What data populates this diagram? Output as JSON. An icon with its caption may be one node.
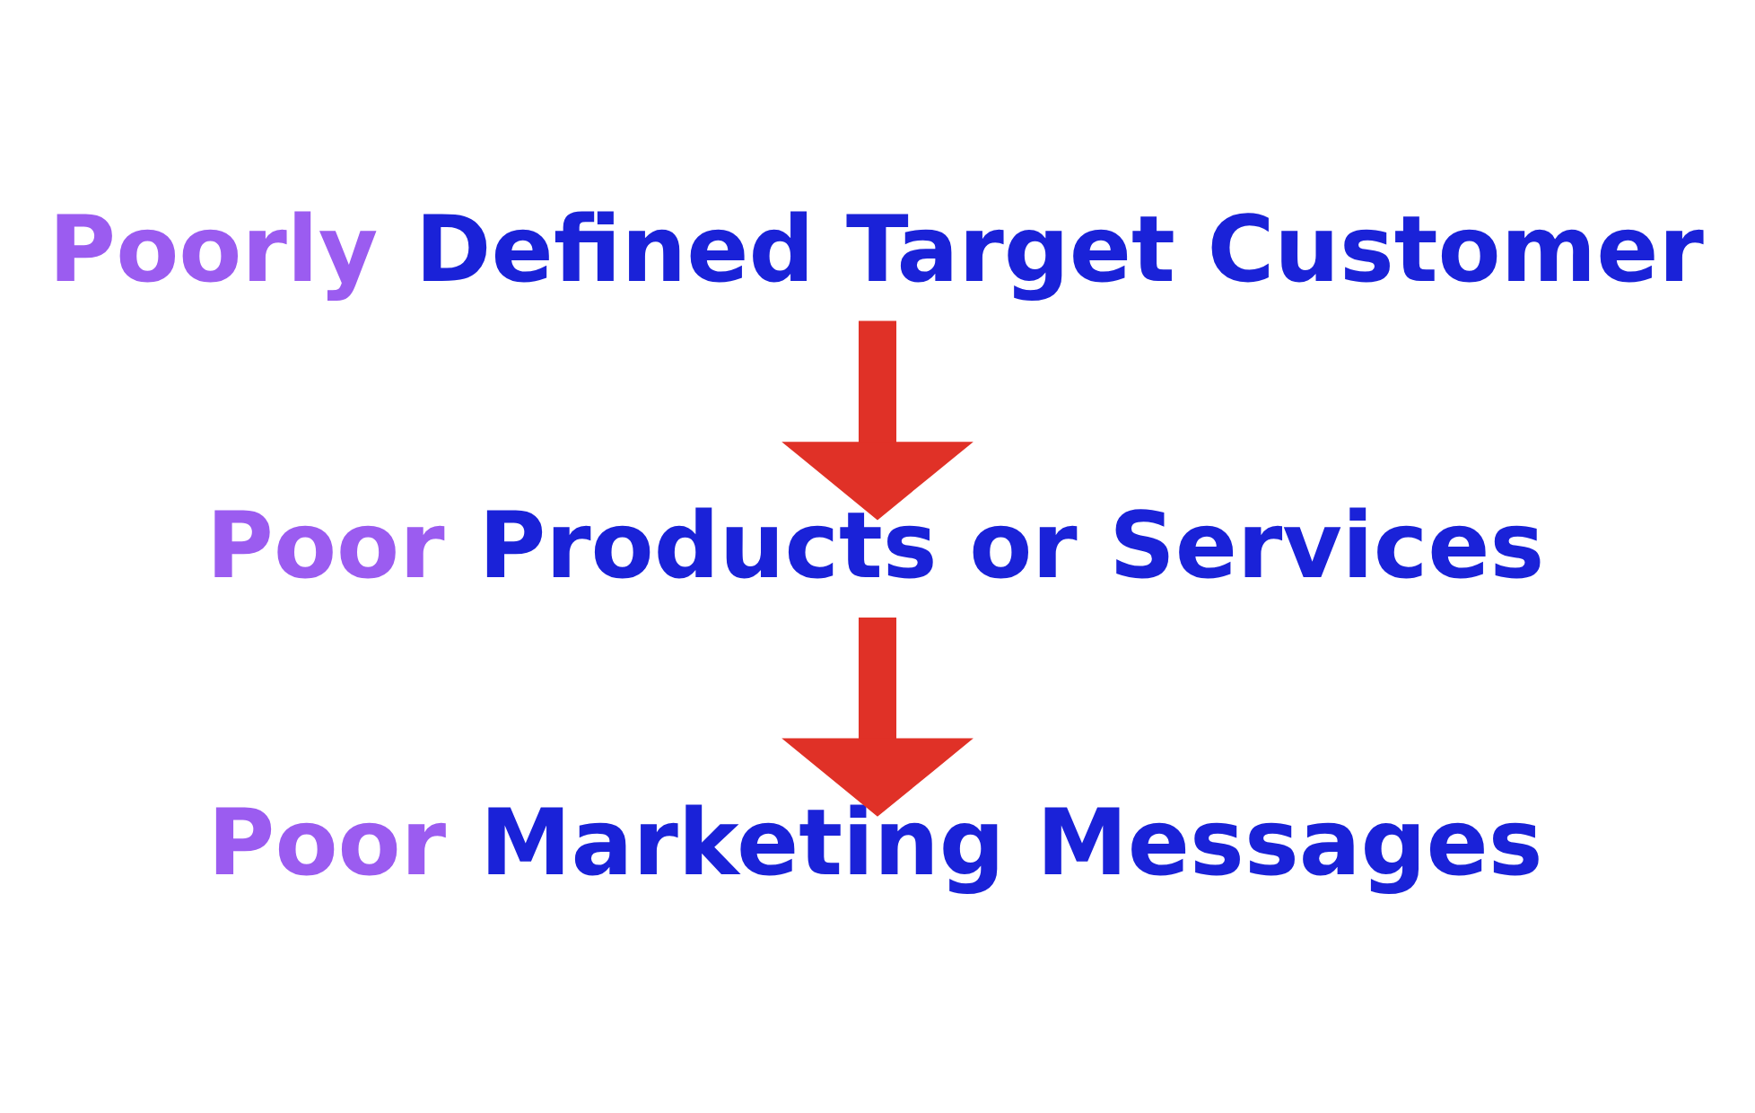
{
  "diagram": {
    "nodes": [
      {
        "text": [
          "Poorly Defined Target Customer"
        ]
      },
      {
        "text": [
          "Poor Products or Services"
        ]
      },
      {
        "text": [
          "Poor Marketing Messages"
        ]
      }
    ],
    "edges": [
      {
        "from": 0,
        "to": 1,
        "arrow": "to"
      },
      {
        "from": 1,
        "to": 2,
        "arrow": "to"
      }
    ]
  }
}
